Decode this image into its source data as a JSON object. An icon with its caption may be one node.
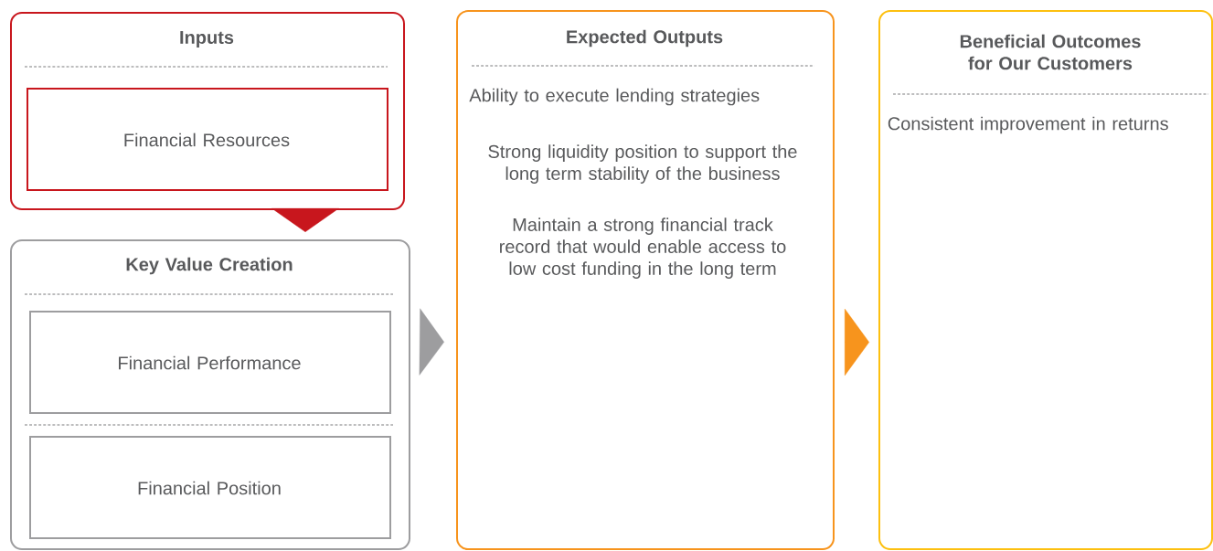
{
  "diagram": {
    "nodes": [
      {
        "text": [
          "Inputs"
        ]
      },
      {
        "text": [
          "Financial Resources"
        ],
        "in": 0
      },
      {
        "text": [
          "Key Value Creation"
        ]
      },
      {
        "text": [
          "Financial Performance"
        ],
        "in": 2
      },
      {
        "text": [
          "Financial Position"
        ],
        "in": 2
      },
      {
        "text": [
          "Expected Outputs",
          "Ability to execute lending strategies",
          "Strong liquidity position to support the long term stability of the business",
          "Maintain a strong financial track record that would enable access to low cost funding in the long term"
        ]
      },
      {
        "text": [
          "Beneficial Outcomes for Our Customers",
          "Consistent improvement in returns"
        ]
      }
    ],
    "edges": [
      {
        "from": 0,
        "to": 2,
        "arrow": "to",
        "color": "#c8161d"
      },
      {
        "from": 2,
        "to": 5,
        "arrow": "to",
        "color": "#9d9d9f"
      },
      {
        "from": 5,
        "to": 6,
        "arrow": "to",
        "color": "#f7941d"
      }
    ]
  }
}
